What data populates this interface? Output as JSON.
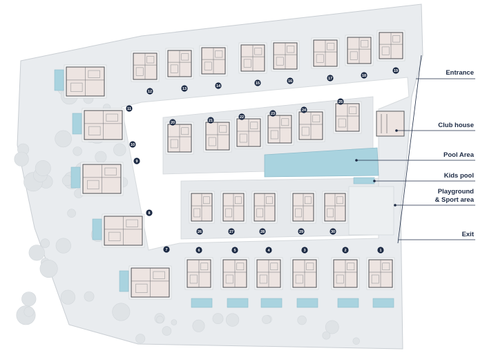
{
  "labels": [
    {
      "id": "entrance",
      "text": "Entrance"
    },
    {
      "id": "clubhouse",
      "text": "Club house"
    },
    {
      "id": "poolarea",
      "text": "Pool Area"
    },
    {
      "id": "kidspool",
      "text": "Kids pool"
    },
    {
      "id": "playground",
      "text": "Playground",
      "text2": "& Sport area"
    },
    {
      "id": "exit",
      "text": "Exit"
    }
  ],
  "colors": {
    "navy": "#1c2a44",
    "pool": "#a9d3df",
    "house": "#ede4e1",
    "road": "#ffffff",
    "landscape": "#e9ecef",
    "tree": "#dfe3e6"
  },
  "houses": {
    "top_row": [
      "12",
      "13",
      "14",
      "15",
      "16",
      "17",
      "18",
      "19"
    ],
    "west_column": [
      "11",
      "10",
      "9",
      "8",
      "7"
    ],
    "middle_row": [
      "20",
      "21",
      "22",
      "23",
      "24",
      "25"
    ],
    "inner_row": [
      "26",
      "27",
      "28",
      "29",
      "30"
    ],
    "bottom_row": [
      "6",
      "5",
      "4",
      "3",
      "2",
      "1"
    ]
  }
}
